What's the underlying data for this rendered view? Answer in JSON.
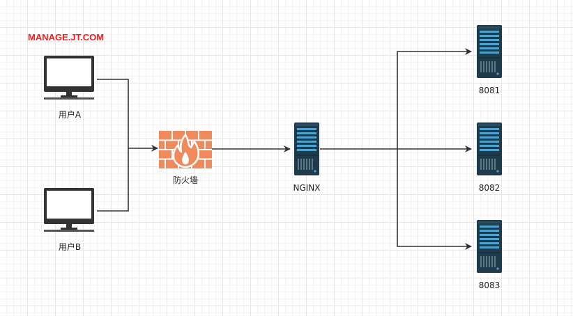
{
  "title": "MANAGE.JT.COM",
  "colors": {
    "title": "#ff1a1a",
    "line": "#333333",
    "firewall": "#f08a5d",
    "server": "#1f3a4a",
    "server_dark": "#17303d",
    "server_led": "#4fa3d1",
    "monitor": "#333333"
  },
  "nodes": {
    "user_a": {
      "label": "用户A",
      "icon": "monitor-icon"
    },
    "user_b": {
      "label": "用户B",
      "icon": "monitor-icon"
    },
    "firewall": {
      "label": "防火墙",
      "icon": "firewall-icon"
    },
    "nginx": {
      "label": "NGINX",
      "icon": "server-icon"
    },
    "s8081": {
      "label": "8081",
      "icon": "server-icon"
    },
    "s8082": {
      "label": "8082",
      "icon": "server-icon"
    },
    "s8083": {
      "label": "8083",
      "icon": "server-icon"
    }
  }
}
